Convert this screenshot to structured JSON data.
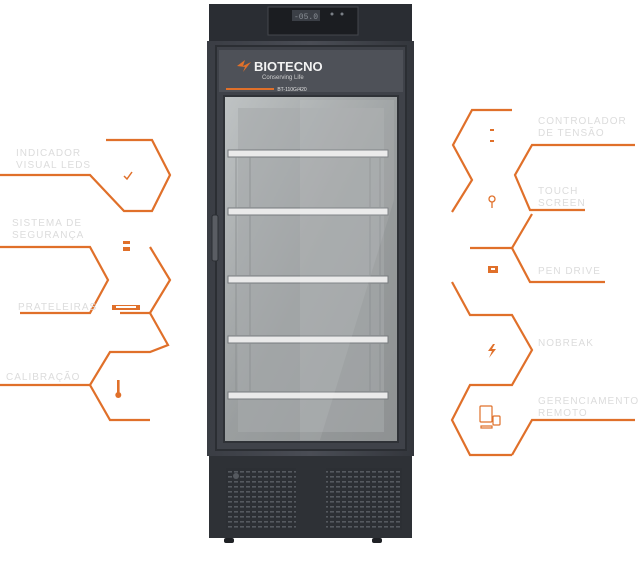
{
  "product": {
    "brand": "BIOTECNO",
    "tagline": "Conserving Life",
    "model": "BT-110G/420"
  },
  "accent_color": "#e0702a",
  "features_left": [
    {
      "label": "INDICADOR\nVISUAL LEDS",
      "icon": "check-icon"
    },
    {
      "label": "SISTEMA DE\nSEGURANÇA",
      "icon": "battery-icon"
    },
    {
      "label": "PRATELEIRAS",
      "icon": "shelf-icon"
    },
    {
      "label": "CALIBRAÇÃO",
      "icon": "thermometer-icon"
    }
  ],
  "features_right": [
    {
      "label": "CONTROLADOR\nDE TENSÃO",
      "icon": "voltage-icon"
    },
    {
      "label": "TOUCH\nSCREEN",
      "icon": "touch-icon"
    },
    {
      "label": "PEN DRIVE",
      "icon": "usb-icon"
    },
    {
      "label": "NOBREAK",
      "icon": "lightning-icon"
    },
    {
      "label": "GERENCIAMENTO\nREMOTO",
      "icon": "remote-devices-icon"
    }
  ]
}
